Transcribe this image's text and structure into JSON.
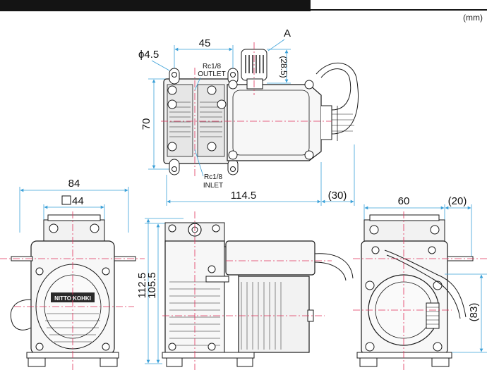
{
  "units": "(mm)",
  "top_view": {
    "dim_width": "45",
    "dim_height": "70",
    "dim_length": "114.5",
    "dim_cable": "(30)",
    "dim_hole": "ϕ4.5",
    "dim_connector": "(28.5)",
    "label_A": "A",
    "outlet_thread": "Rc1/8",
    "outlet_label": "OUTLET",
    "inlet_thread": "Rc1/8",
    "inlet_label": "INLET"
  },
  "front_view": {
    "dim_width": "84",
    "dim_square": "44",
    "brand": "NITTO KOHKI"
  },
  "side_view": {
    "dim_height_total": "112.5",
    "dim_height_body": "105.5"
  },
  "rear_view": {
    "dim_width": "60",
    "dim_offset": "(20)",
    "dim_height": "(83)"
  },
  "colors": {
    "line": "#1a1a1a",
    "dimension": "#3aa0d8",
    "centerline": "#e0305a",
    "body_fill": "#f2f2f2",
    "dark_fill": "#2a2a2a"
  }
}
